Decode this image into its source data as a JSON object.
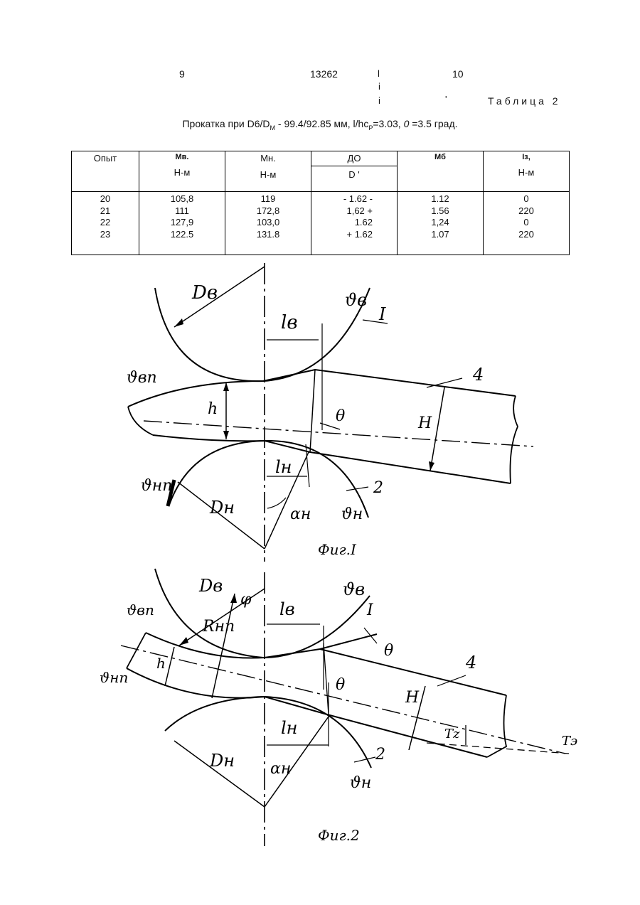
{
  "header": {
    "page_left": "9",
    "patent_number": "13262",
    "page_right": "10",
    "marks": [
      "l",
      "i",
      "i",
      "'"
    ],
    "table_caption": "Таблица 2"
  },
  "subtitle": {
    "prefix": "Прокатка при D6/D",
    "sub1": "M",
    "mid": " - 99.4/92.85 мм, l/hc",
    "sub2": "P",
    "mid2": "=3.03, ",
    "theta": "0",
    "suffix": " =3.5 град."
  },
  "table": {
    "headers": [
      {
        "line1": "Опыт",
        "line2": ""
      },
      {
        "line1": "Мв.",
        "line2": "Н-м"
      },
      {
        "line1": "Мн.",
        "line2": "Н-м"
      },
      {
        "line1": "ДО",
        "line2": "D  '"
      },
      {
        "line1": "Мб",
        "line2": ""
      },
      {
        "line1": "Iз,",
        "line2": "Н-м"
      }
    ],
    "columns": [
      [
        "20",
        "21",
        "22",
        "23"
      ],
      [
        "105,8",
        "111",
        "127,9",
        "122.5"
      ],
      [
        "119",
        "172,8",
        "103,0",
        "131.8"
      ],
      [
        "- 1.62 -",
        "1,62 +",
        "1.62",
        "+ 1.62"
      ],
      [
        "1.12",
        "1.56",
        "1,24",
        "1.07"
      ],
      [
        "0",
        "220",
        "0",
        "220"
      ]
    ]
  },
  "figure1": {
    "caption": "Фиг.I",
    "labels": {
      "Dv": "Dв",
      "lv": "lв",
      "vv": "ϑв",
      "one": "I",
      "four": "4",
      "vvp": "ϑвп",
      "h": "h",
      "theta": "θ",
      "H": "H",
      "ln": "lн",
      "vnp": "ϑнп",
      "Dn": "Dн",
      "alpha": "αн",
      "vn": "ϑн",
      "two": "2"
    }
  },
  "figure2": {
    "caption": "Фиг.2",
    "labels": {
      "Dv": "Dв",
      "phi": "φ",
      "lv": "lв",
      "vv": "ϑв",
      "one": "I",
      "vvp": "ϑвп",
      "Rnp": "Rнп",
      "theta": "θ",
      "four": "4",
      "h": "h",
      "vnp": "ϑнп",
      "theta2": "θ",
      "H": "H",
      "Tz": "Tz",
      "Te": "Tэ",
      "ln": "lн",
      "Dn": "Dн",
      "alpha": "αн",
      "two": "2",
      "vn": "ϑн"
    }
  }
}
